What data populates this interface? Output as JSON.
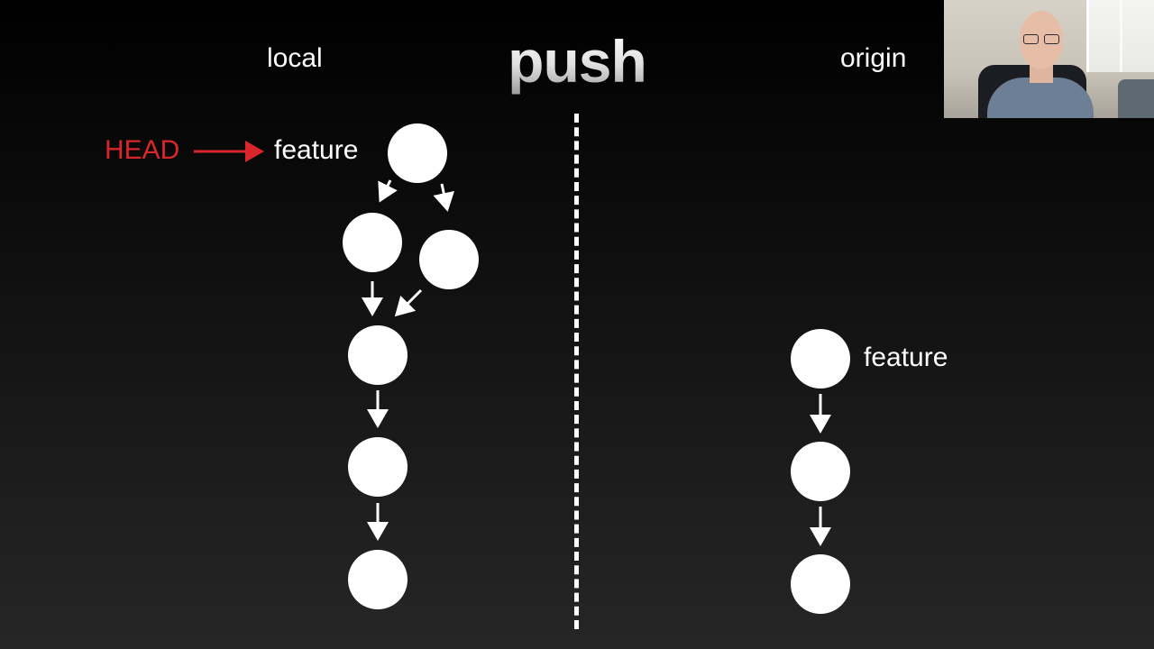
{
  "slide": {
    "title": "push",
    "left_heading": "local",
    "right_heading": "origin"
  },
  "local": {
    "head_label": "HEAD",
    "branch_label": "feature",
    "head_color": "#d9262b"
  },
  "origin": {
    "branch_label": "feature"
  },
  "colors": {
    "node": "#ffffff",
    "arrow": "#ffffff",
    "head_arrow": "#d9262b"
  }
}
